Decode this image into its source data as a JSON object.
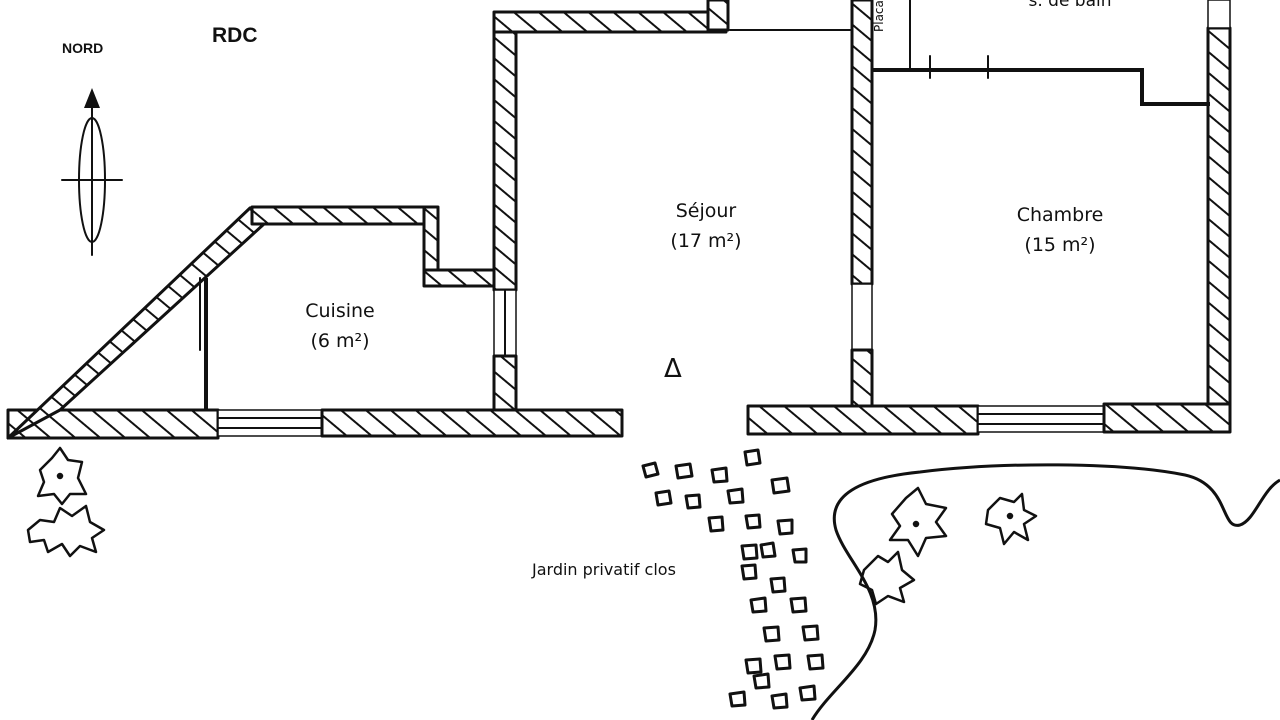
{
  "plan": {
    "level_label": "RDC",
    "north_label": "NORD",
    "rooms": {
      "cuisine": {
        "name": "Cuisine",
        "area": "(6 m²)"
      },
      "sejour": {
        "name": "Séjour",
        "area": "(17 m²)"
      },
      "chambre": {
        "name": "Chambre",
        "area": "(15 m²)"
      },
      "bain": {
        "name": "s. de bain"
      },
      "placard": {
        "name": "Placard"
      }
    },
    "garden_label": "Jardin privatif clos",
    "entrance_marker": "Δ"
  }
}
